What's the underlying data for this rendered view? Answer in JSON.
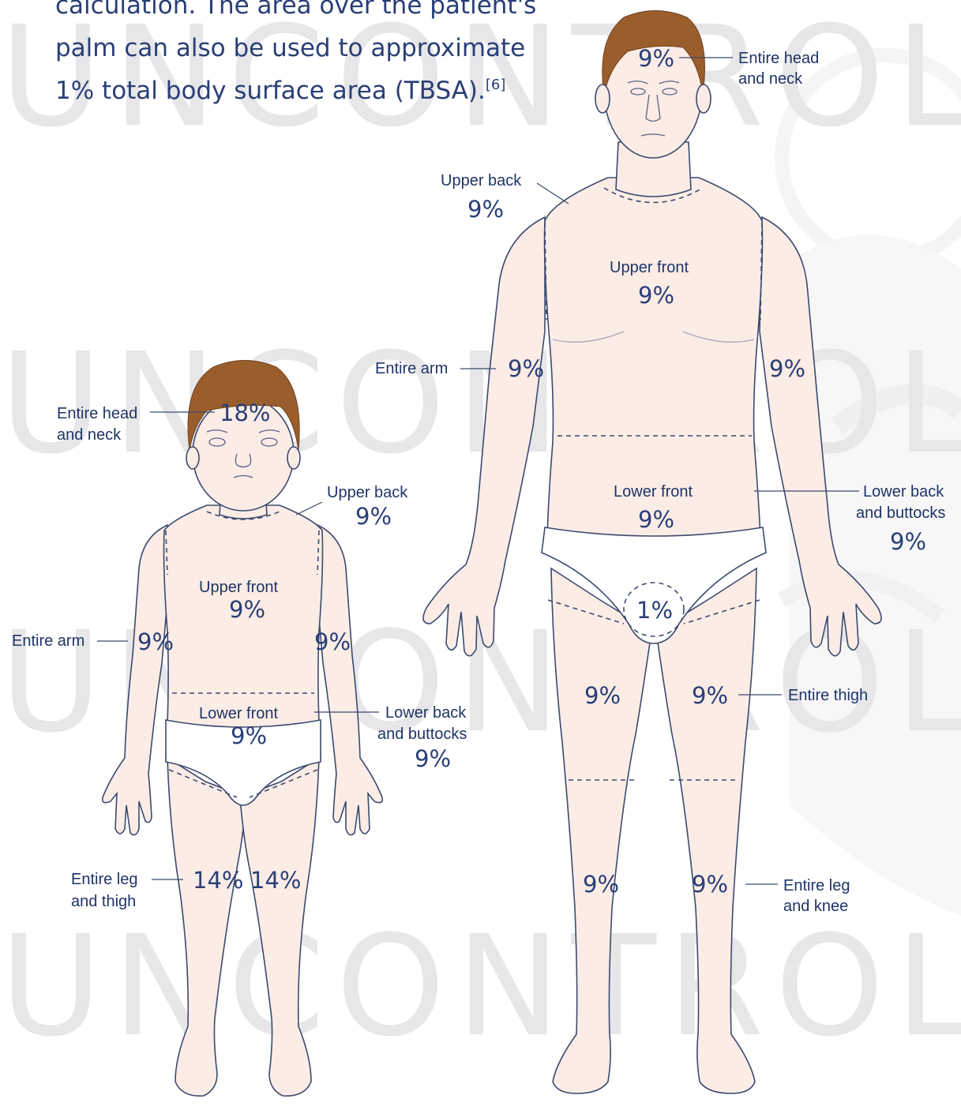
{
  "intro": {
    "line1": "calculation. The area over the patient's",
    "line2": "palm can also be used to approximate",
    "line3": "1% total body surface area (TBSA).",
    "ref": "[6]"
  },
  "watermark": {
    "text": "UNCONTROLLE"
  },
  "adult": {
    "head_pct": "9%",
    "head_label_1": "Entire head",
    "head_label_2": "and neck",
    "upper_back_label": "Upper back",
    "upper_back_pct": "9%",
    "upper_front_label": "Upper front",
    "upper_front_pct": "9%",
    "arm_label": "Entire arm",
    "arm_left_pct": "9%",
    "arm_right_pct": "9%",
    "lower_front_label": "Lower front",
    "lower_front_pct": "9%",
    "lower_back_label_1": "Lower back",
    "lower_back_label_2": "and buttocks",
    "lower_back_pct": "9%",
    "groin_pct": "1%",
    "thigh_left_pct": "9%",
    "thigh_right_pct": "9%",
    "thigh_label": "Entire thigh",
    "leg_left_pct": "9%",
    "leg_right_pct": "9%",
    "leg_label_1": "Entire leg",
    "leg_label_2": "and knee"
  },
  "child": {
    "head_label_1": "Entire head",
    "head_label_2": "and neck",
    "head_pct": "18%",
    "upper_back_label": "Upper back",
    "upper_back_pct": "9%",
    "upper_front_label": "Upper front",
    "upper_front_pct": "9%",
    "arm_label": "Entire arm",
    "arm_left_pct": "9%",
    "arm_right_pct": "9%",
    "lower_front_label": "Lower front",
    "lower_front_pct": "9%",
    "lower_back_label_1": "Lower back",
    "lower_back_label_2": "and buttocks",
    "lower_back_pct": "9%",
    "leg_label_1": "Entire leg",
    "leg_label_2": "and thigh",
    "leg_left_pct": "14%",
    "leg_right_pct": "14%"
  }
}
